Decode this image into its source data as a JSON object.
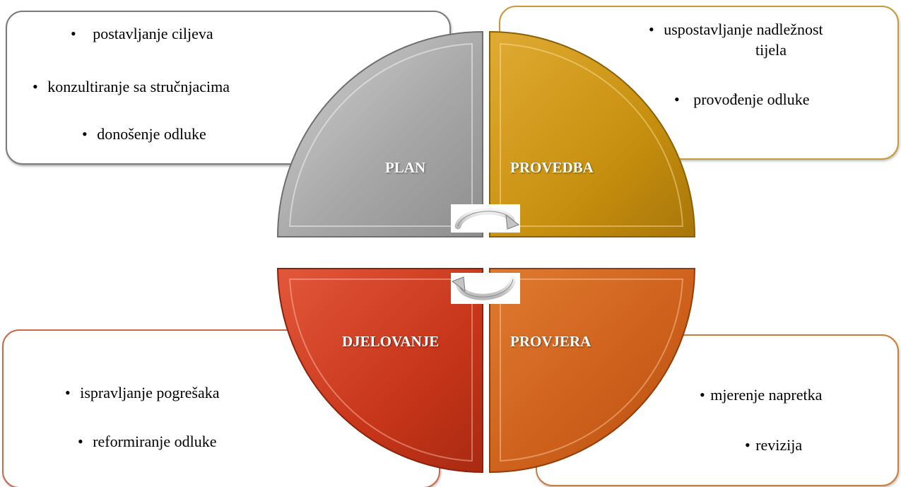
{
  "diagram": {
    "quadrants": [
      {
        "id": "plan",
        "label": "PLAN",
        "color": "#a6a6a6"
      },
      {
        "id": "provedba",
        "label": "PROVEDBA",
        "color": "#c8900f"
      },
      {
        "id": "djelovanje",
        "label": "DJELOVANJE",
        "color": "#c8361a"
      },
      {
        "id": "provjera",
        "label": "PROVJERA",
        "color": "#cc5f1a"
      }
    ],
    "plan_box": {
      "items": [
        "postavljanje ciljeva",
        "konzultiranje sa stručnjacima",
        "donošenje odluke"
      ]
    },
    "provedba_box": {
      "items": [
        "uspostavljanje nadležnost",
        "tijela",
        "provođenje odluke"
      ]
    },
    "djelovanje_box": {
      "items": [
        "ispravljanje pogrešaka",
        "reformiranje odluke"
      ]
    },
    "provjera_box": {
      "items": [
        "mjerenje napretka",
        "revizija"
      ]
    },
    "bullet_glyph": "•",
    "cycle_icons": [
      "cycle-arrows-icon-top",
      "cycle-arrows-icon-bottom"
    ]
  }
}
